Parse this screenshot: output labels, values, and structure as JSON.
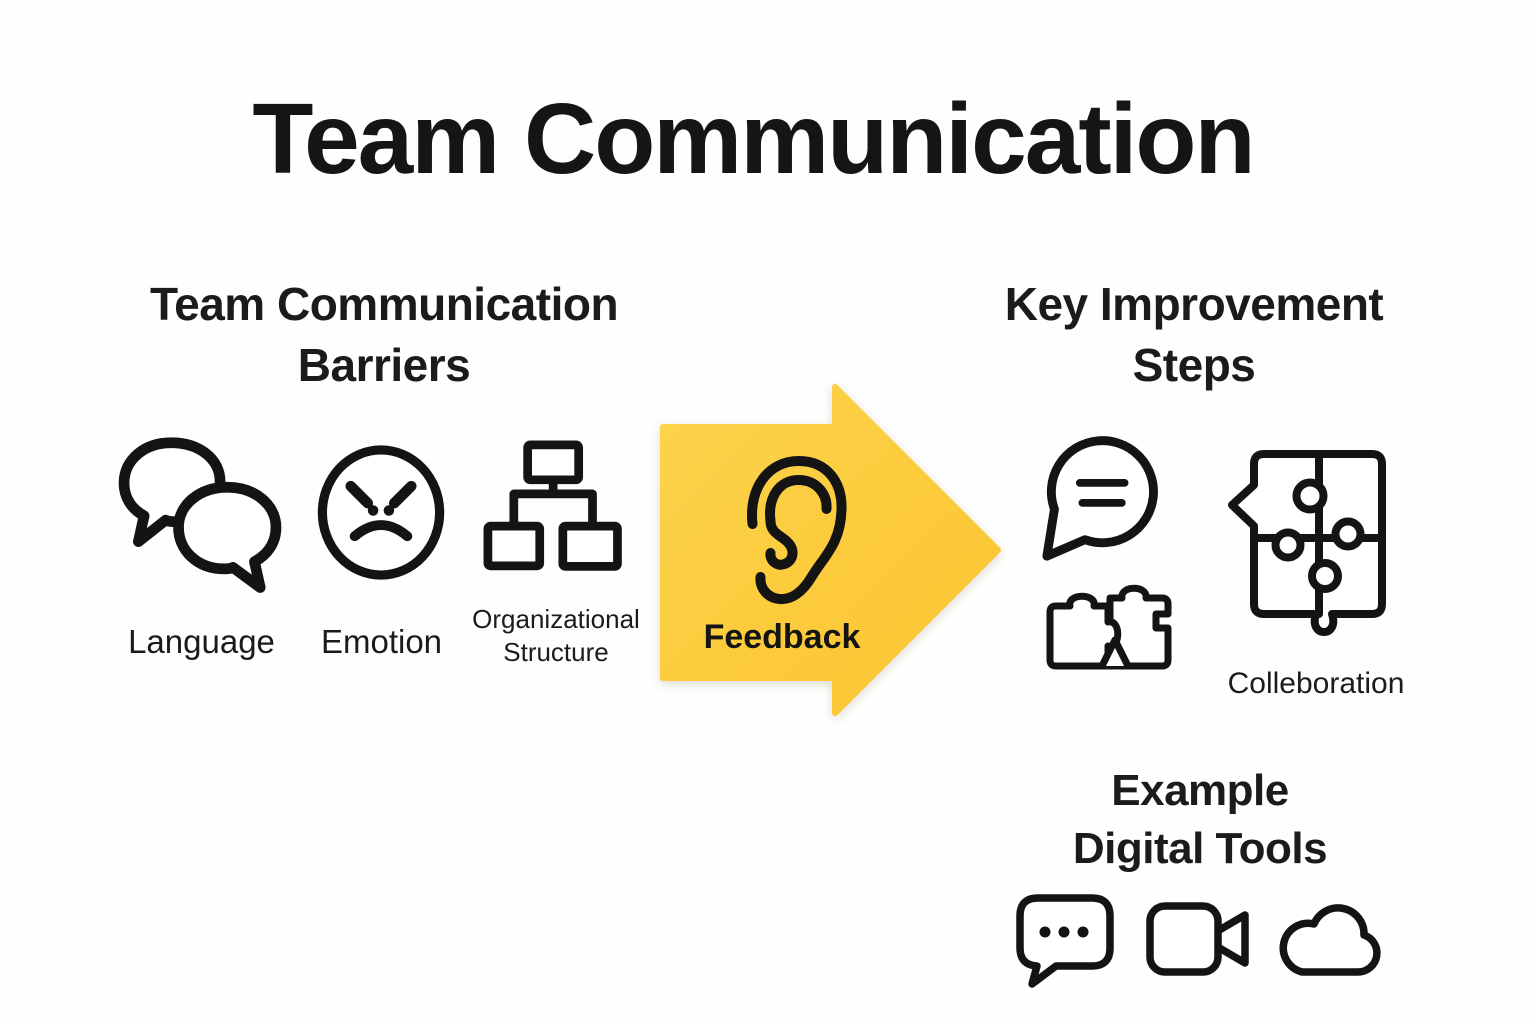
{
  "page": {
    "title": "Team Communication",
    "background_color": "#ffffff",
    "ink_color": "#141414",
    "accent_yellow": "#FBCA3B"
  },
  "barriers": {
    "heading": "Team Communication\nBarriers",
    "items": [
      {
        "label": "Language",
        "icon": "speech-bubbles-icon"
      },
      {
        "label": "Emotion",
        "icon": "angry-face-icon"
      },
      {
        "label": "Organizational\nStructure",
        "icon": "org-chart-icon"
      }
    ]
  },
  "feedback_arrow": {
    "label": "Feedback",
    "icon": "ear-icon",
    "arrow_color": "#FBCA3B",
    "direction": "right"
  },
  "improvements": {
    "heading": "Key Improvement\nSteps",
    "icons": [
      "chat-message-icon",
      "puzzle-pieces-icon",
      "puzzle-grid-icon"
    ],
    "caption": "Colleboration"
  },
  "digital_tools": {
    "heading": "Example\nDigital Tools",
    "icons": [
      "chat-dots-icon",
      "video-camera-icon",
      "cloud-icon"
    ]
  }
}
